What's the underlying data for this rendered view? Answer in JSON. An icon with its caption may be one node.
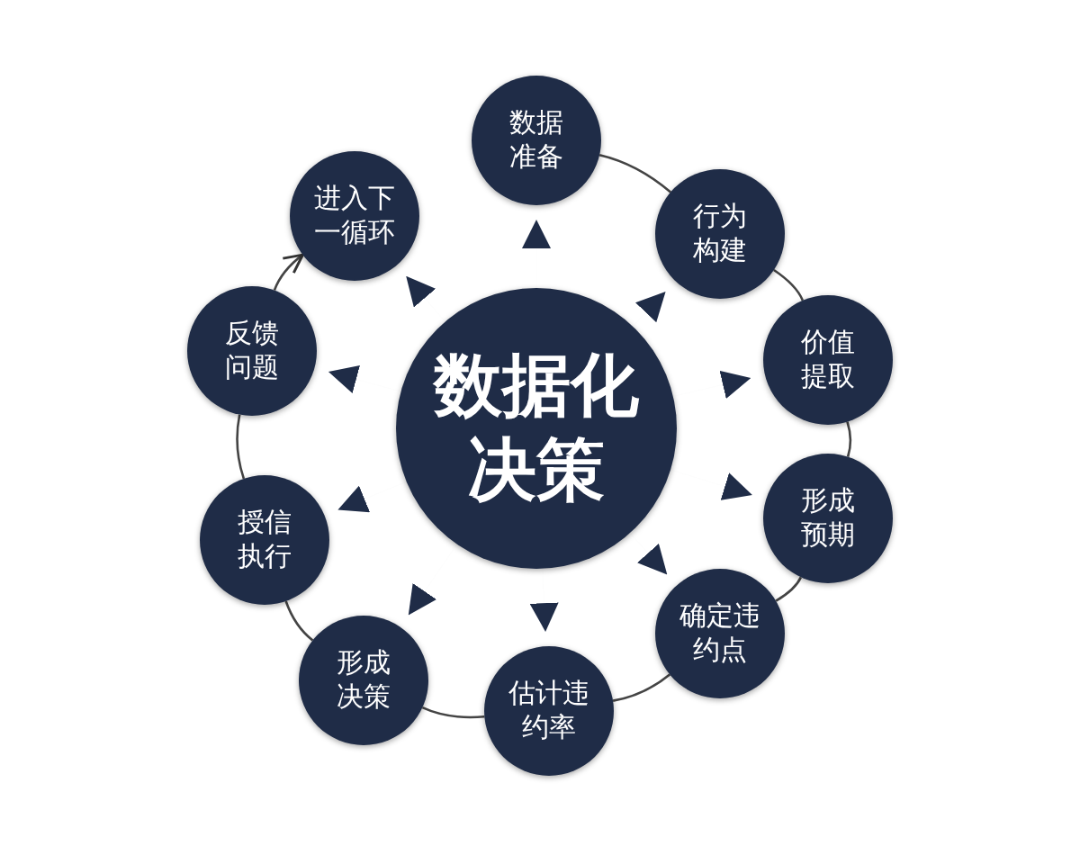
{
  "diagram": {
    "nodes": [
      {
        "text": [
          "数据化决策"
        ]
      },
      {
        "text": [
          "数据准备"
        ]
      },
      {
        "text": [
          "行为构建"
        ]
      },
      {
        "text": [
          "价值提取"
        ]
      },
      {
        "text": [
          "形成预期"
        ]
      },
      {
        "text": [
          "确定违约点"
        ]
      },
      {
        "text": [
          "估计违约率"
        ]
      },
      {
        "text": [
          "形成决策"
        ]
      },
      {
        "text": [
          "授信执行"
        ]
      },
      {
        "text": [
          "反馈问题"
        ]
      },
      {
        "text": [
          "进入下一循环"
        ]
      }
    ],
    "edges": [
      {
        "from": 1,
        "to": 2,
        "arrow": "none"
      },
      {
        "from": 2,
        "to": 3,
        "arrow": "none"
      },
      {
        "from": 3,
        "to": 4,
        "arrow": "none"
      },
      {
        "from": 4,
        "to": 5,
        "arrow": "none"
      },
      {
        "from": 5,
        "to": 6,
        "arrow": "none"
      },
      {
        "from": 6,
        "to": 7,
        "arrow": "none"
      },
      {
        "from": 7,
        "to": 8,
        "arrow": "none"
      },
      {
        "from": 8,
        "to": 9,
        "arrow": "none"
      },
      {
        "from": 9,
        "to": 10,
        "arrow": "to"
      },
      {
        "from": 0,
        "to": 1,
        "arrow": "to"
      },
      {
        "from": 0,
        "to": 2,
        "arrow": "to"
      },
      {
        "from": 0,
        "to": 3,
        "arrow": "to"
      },
      {
        "from": 0,
        "to": 4,
        "arrow": "to"
      },
      {
        "from": 0,
        "to": 5,
        "arrow": "to"
      },
      {
        "from": 0,
        "to": 6,
        "arrow": "to"
      },
      {
        "from": 0,
        "to": 7,
        "arrow": "to"
      },
      {
        "from": 0,
        "to": 8,
        "arrow": "to"
      },
      {
        "from": 0,
        "to": 9,
        "arrow": "to"
      },
      {
        "from": 0,
        "to": 10,
        "arrow": "to"
      }
    ]
  }
}
